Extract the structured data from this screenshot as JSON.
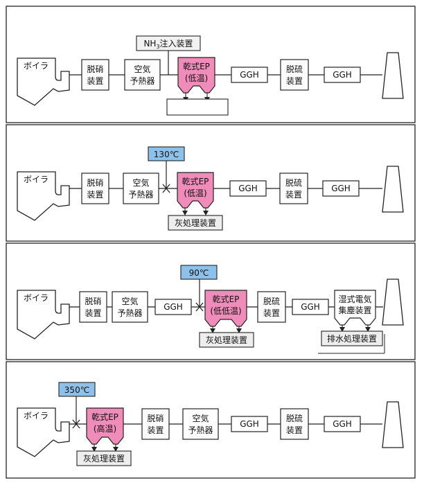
{
  "colors": {
    "ep_fill": "#f08cba",
    "temp_fill": "#8ec1ea",
    "ash_fill": "#eeeeee",
    "line": "#222222",
    "text": "#111111"
  },
  "panels": [
    {
      "boiler": "ボイラ",
      "denitration": [
        "脱硝",
        "装置"
      ],
      "air_heater": [
        "空気",
        "予熱器"
      ],
      "ep": [
        "乾式EP",
        "(低温)"
      ],
      "ggh1": "GGH",
      "desulfurization": [
        "脱硫",
        "装置"
      ],
      "ggh2": "GGH",
      "nh3_unit": {
        "prefix": "NH",
        "sub": "3",
        "suffix": "注入装置"
      },
      "ash_box": ""
    },
    {
      "boiler": "ボイラ",
      "denitration": [
        "脱硝",
        "装置"
      ],
      "air_heater": [
        "空気",
        "予熱器"
      ],
      "temperature": "130℃",
      "ep": [
        "乾式EP",
        "(低温)"
      ],
      "ggh1": "GGH",
      "desulfurization": [
        "脱硫",
        "装置"
      ],
      "ggh2": "GGH",
      "ash_box": "灰処理装置"
    },
    {
      "boiler": "ボイラ",
      "denitration": [
        "脱硝",
        "装置"
      ],
      "air_heater": [
        "空気",
        "予熱器"
      ],
      "ggh1": "GGH",
      "temperature": "90℃",
      "ep": [
        "乾式EP",
        "(低低温)"
      ],
      "desulfurization": [
        "脱硫",
        "装置"
      ],
      "ggh2": "GGH",
      "wet_ep": [
        "湿式電気",
        "集塵装置"
      ],
      "ash_box": "灰処理装置",
      "drain_box": "排水処理装置"
    },
    {
      "boiler": "ボイラ",
      "temperature": "350℃",
      "ep": [
        "乾式EP",
        "(高温)"
      ],
      "denitration": [
        "脱硝",
        "装置"
      ],
      "air_heater": [
        "空気",
        "予熱器"
      ],
      "ggh1": "GGH",
      "desulfurization": [
        "脱硫",
        "装置"
      ],
      "ggh2": "GGH",
      "ash_box": "灰処理装置"
    }
  ]
}
